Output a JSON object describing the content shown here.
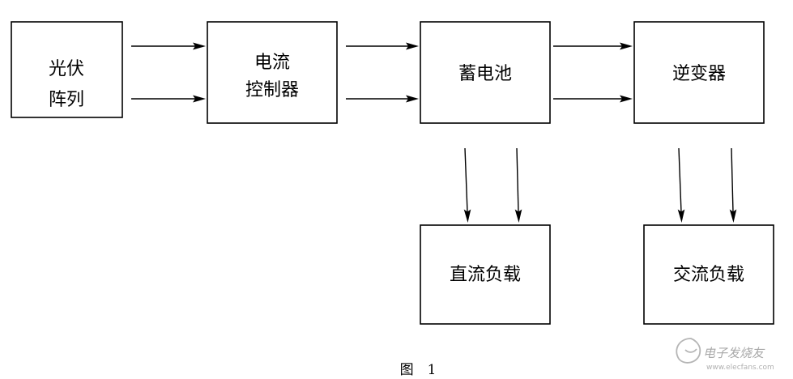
{
  "blocks": {
    "pv_array": [
      "光伏",
      "阵列"
    ],
    "controller": [
      "电流",
      "控制器"
    ],
    "battery": [
      "蓄电池"
    ],
    "inverter": [
      "逆变器"
    ],
    "dc_load": [
      "直流负载"
    ],
    "ac_load": [
      "交流负载"
    ]
  },
  "caption": "图　1",
  "watermark": {
    "text": "电子发烧友",
    "url": "www.elecfans.com"
  }
}
